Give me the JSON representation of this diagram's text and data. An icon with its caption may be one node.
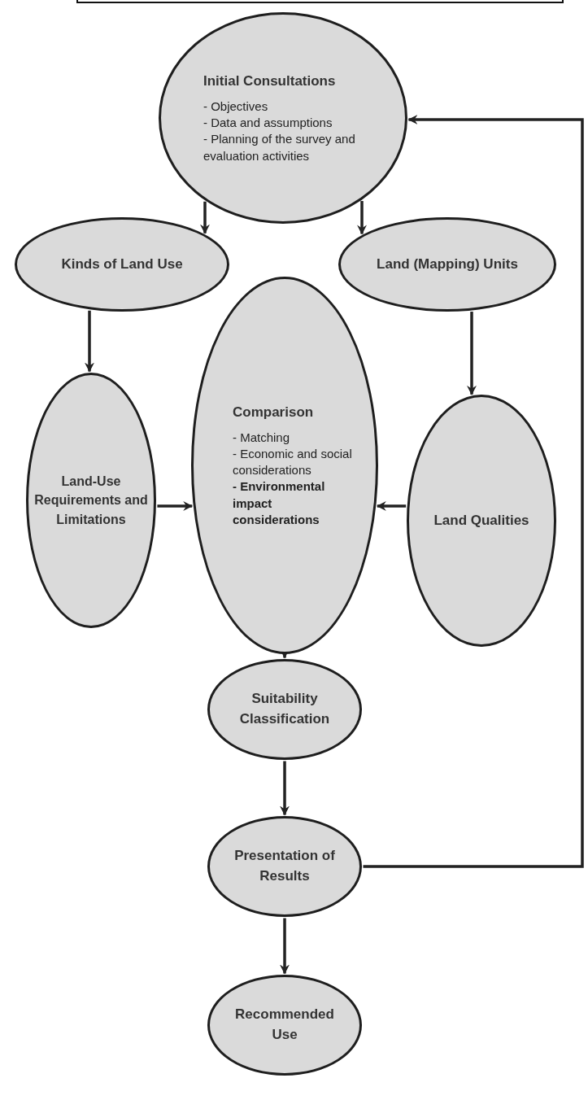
{
  "diagram": {
    "nodes": [
      {
        "text": [
          "Initial Consultations",
          "- Objectives",
          "- Data and assumptions",
          "- Planning of the survey and evaluation activities"
        ]
      },
      {
        "text": [
          "Kinds of Land Use"
        ]
      },
      {
        "text": [
          "Land (Mapping) Units"
        ]
      },
      {
        "text": [
          "Land-Use Requirements and Limitations"
        ]
      },
      {
        "text": [
          "Comparison",
          "- Matching",
          "- Economic and social considerations",
          "- Environmental impact considerations"
        ]
      },
      {
        "text": [
          "Land Qualities"
        ]
      },
      {
        "text": [
          "Suitability Classification"
        ]
      },
      {
        "text": [
          "Presentation of Results"
        ]
      },
      {
        "text": [
          "Recommended Use"
        ]
      }
    ],
    "edges": [
      {
        "from": 0,
        "to": 1,
        "arrow": "to"
      },
      {
        "from": 0,
        "to": 2,
        "arrow": "to"
      },
      {
        "from": 1,
        "to": 3,
        "arrow": "to"
      },
      {
        "from": 2,
        "to": 5,
        "arrow": "to"
      },
      {
        "from": 3,
        "to": 4,
        "arrow": "to"
      },
      {
        "from": 5,
        "to": 4,
        "arrow": "to"
      },
      {
        "from": 4,
        "to": 6,
        "arrow": "to"
      },
      {
        "from": 6,
        "to": 7,
        "arrow": "to"
      },
      {
        "from": 7,
        "to": 8,
        "arrow": "to"
      },
      {
        "from": 7,
        "to": 0,
        "arrow": "to"
      }
    ]
  }
}
